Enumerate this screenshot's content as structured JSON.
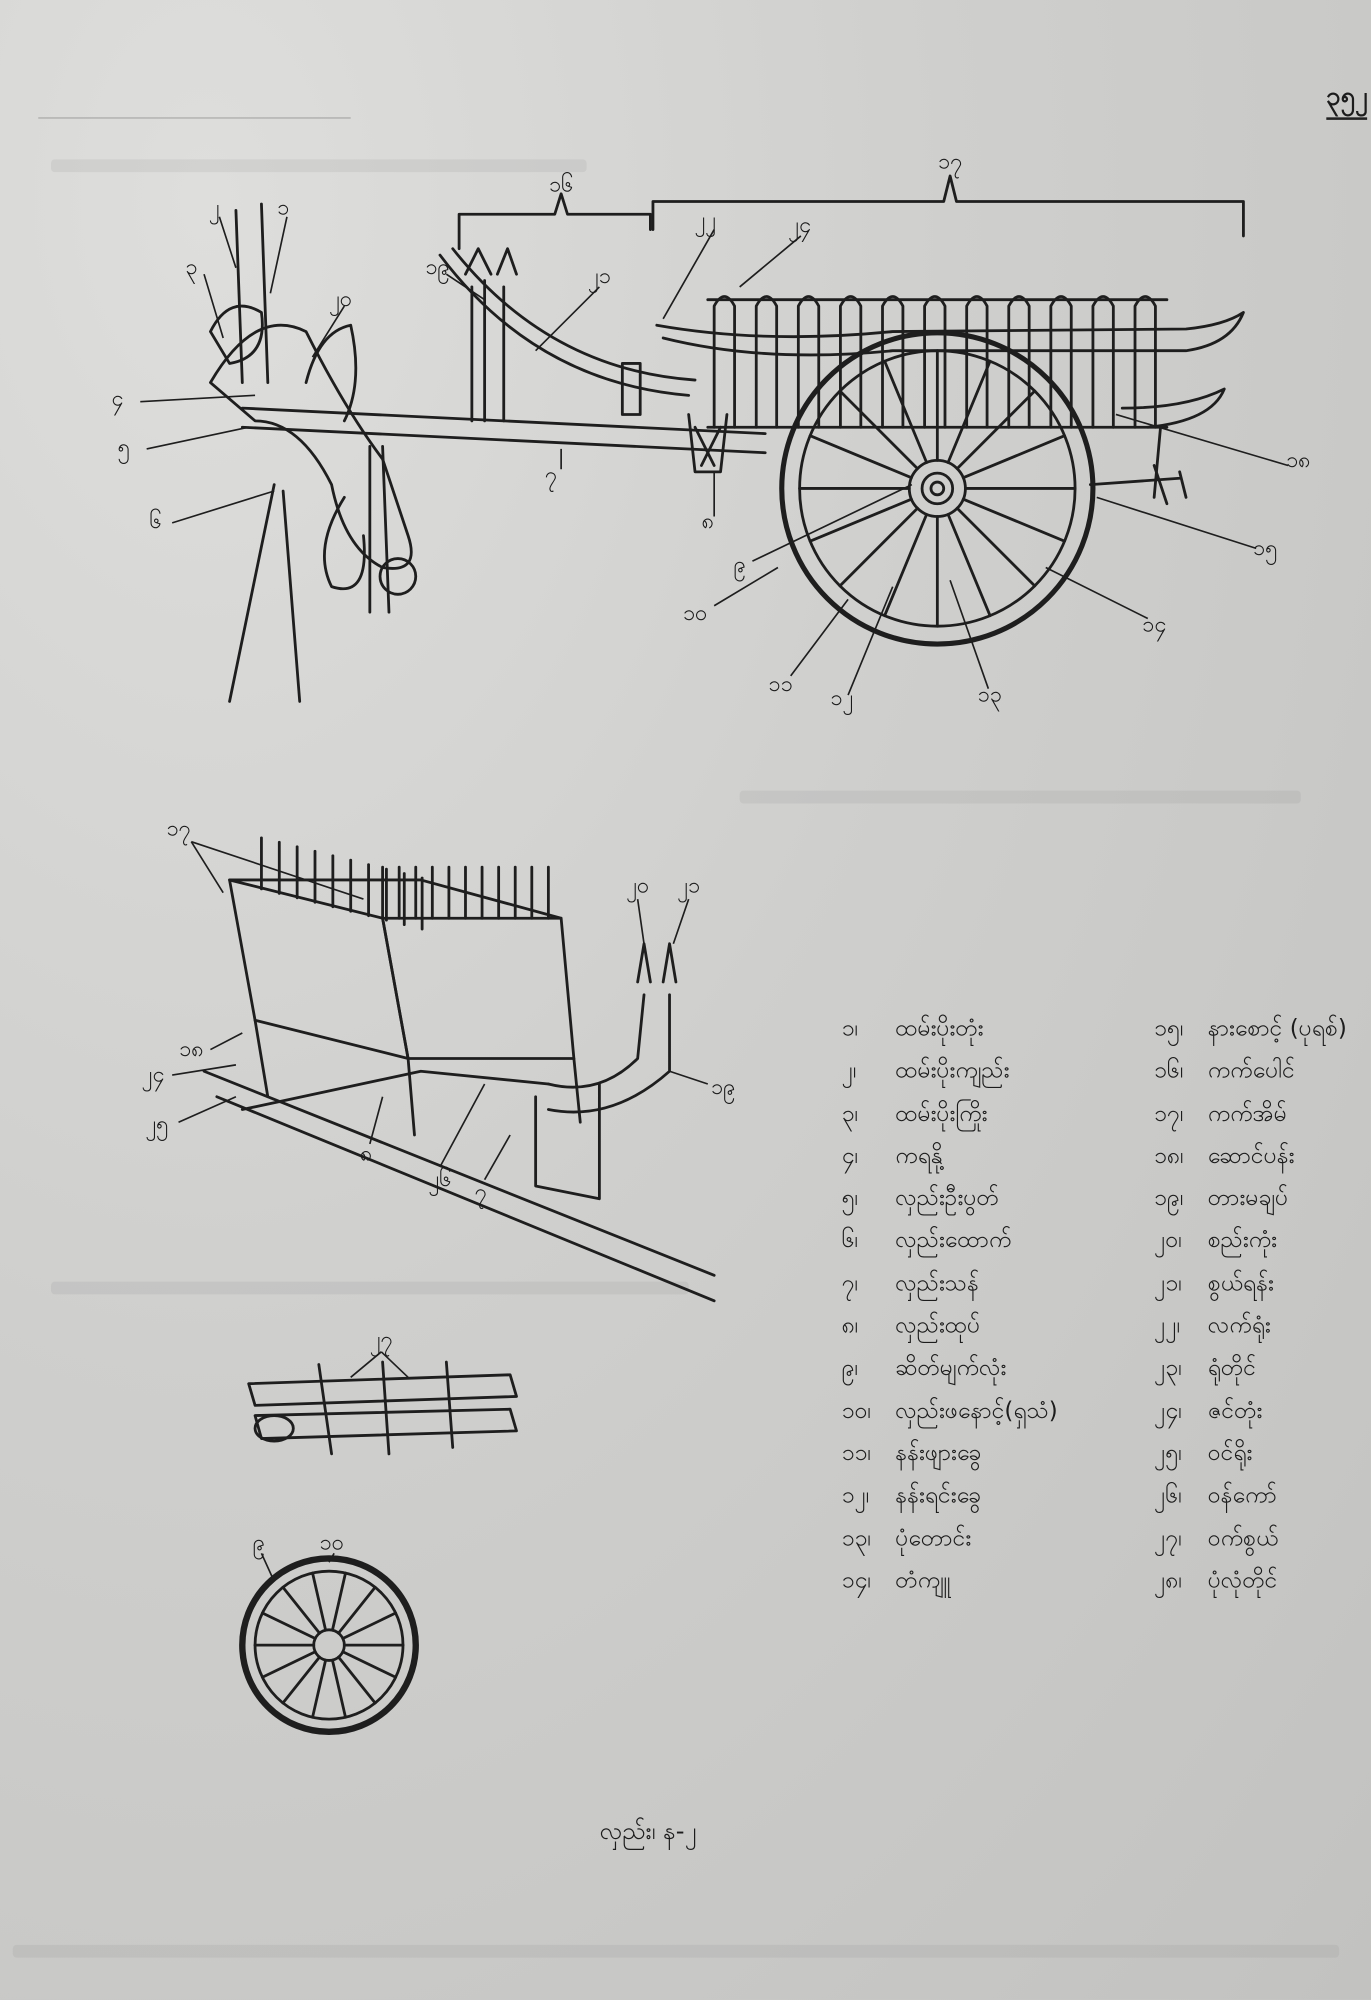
{
  "header": {
    "page_number": "၃၅၂"
  },
  "main_diagram_callouts": [
    "၁၆",
    "၁၇",
    "၂၂",
    "၂၄",
    "၂",
    "၁",
    "၃",
    "၂၀",
    "၁၉",
    "၂၁",
    "၄",
    "၅",
    "၆",
    "၇",
    "၈",
    "၉",
    "၁၀",
    "၁၁",
    "၁၂",
    "၁၃",
    "၁၄",
    "၁၅",
    "၁၈"
  ],
  "iso_diagram_callouts": [
    "၁၇",
    "၁၈",
    "၂၄",
    "၂၅",
    "၂၀",
    "၂၁",
    "၁၉",
    "၈",
    "၂၆",
    "၇"
  ],
  "top_view_callouts": [
    "၂၇"
  ],
  "wheel_callouts": [
    "၉",
    "၁၀"
  ],
  "legend": {
    "left": [
      {
        "num": "၁၊",
        "label": "ထမ်းပိုးတုံး"
      },
      {
        "num": "၂၊",
        "label": "ထမ်းပိုးကျည်း"
      },
      {
        "num": "၃၊",
        "label": "ထမ်းပိုးကြိုး"
      },
      {
        "num": "၄၊",
        "label": "ကရနို့"
      },
      {
        "num": "၅၊",
        "label": "လှည်းဦးပွတ်"
      },
      {
        "num": "၆၊",
        "label": "လှည်းထောက်"
      },
      {
        "num": "၇၊",
        "label": "လှည်းသန်"
      },
      {
        "num": "၈၊",
        "label": "လှည်းထုပ်"
      },
      {
        "num": "၉၊",
        "label": "ဆိတ်မျက်လုံး"
      },
      {
        "num": "၁၀၊",
        "label": "လှည်းဖနောင့်(ရှသံ)"
      },
      {
        "num": "၁၁၊",
        "label": "နန်းဖျားခွေ"
      },
      {
        "num": "၁၂၊",
        "label": "နန်းရင်းခွေ"
      },
      {
        "num": "၁၃၊",
        "label": "ပုံတောင်း"
      },
      {
        "num": "၁၄၊",
        "label": "တံကျူ"
      }
    ],
    "right": [
      {
        "num": "၁၅၊",
        "label": "နားစောင့် (ပုရစ်)"
      },
      {
        "num": "၁၆၊",
        "label": "ကက်ပေါင်"
      },
      {
        "num": "၁၇၊",
        "label": "ကက်အိမ်"
      },
      {
        "num": "၁၈၊",
        "label": "ဆောင်ပန်း"
      },
      {
        "num": "၁၉၊",
        "label": "တားမချပ်"
      },
      {
        "num": "၂၀၊",
        "label": "စည်းကုံး"
      },
      {
        "num": "၂၁၊",
        "label": "စွယ်ရန်း"
      },
      {
        "num": "၂၂၊",
        "label": "လက်ရုံး"
      },
      {
        "num": "၂၃၊",
        "label": "ရုံတိုင်"
      },
      {
        "num": "၂၄၊",
        "label": "ဇင်တုံး"
      },
      {
        "num": "၂၅၊",
        "label": "ဝင်ရိုး"
      },
      {
        "num": "၂၆၊",
        "label": "ဝန်ကော်"
      },
      {
        "num": "၂၇၊",
        "label": "ဝက်စွယ်"
      },
      {
        "num": "၂၈၊",
        "label": "ပုံလုံတိုင်"
      }
    ]
  },
  "caption": "လှည်း၊ န-၂"
}
